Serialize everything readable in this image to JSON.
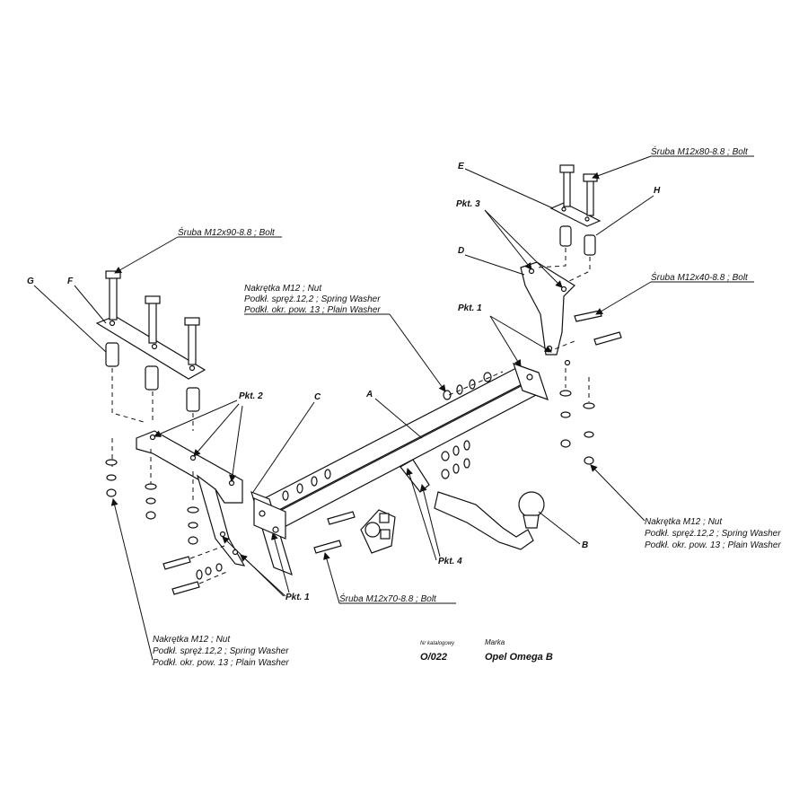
{
  "letters": {
    "A": "A",
    "B": "B",
    "C": "C",
    "D": "D",
    "E": "E",
    "F": "F",
    "G": "G",
    "H": "H"
  },
  "points": {
    "pkt1_right": "Pkt. 1",
    "pkt1_left": "Pkt. 1",
    "pkt2": "Pkt. 2",
    "pkt3": "Pkt. 3",
    "pkt4": "Pkt. 4"
  },
  "callouts": {
    "bolt_m12x80": "Śruba M12x80-8.8 ; Bolt",
    "bolt_m12x90": "Śruba M12x90-8.8 ; Bolt",
    "bolt_m12x40": "Śruba M12x40-8.8 ; Bolt",
    "bolt_m12x70": "Śruba M12x70-8.8 ; Bolt",
    "center_nut": [
      "Nakrętka M12 ; Nut",
      "Podkł. spręż.12,2 ; Spring Washer",
      "Podkł. okr. pow. 13 ; Plain Washer"
    ],
    "right_nut": [
      "Nakrętka M12 ; Nut",
      "Podkł. spręż.12,2 ; Spring Washer",
      "Podkł. okr. pow. 13 ; Plain Washer"
    ],
    "left_nut": [
      "Nakrętka M12 ; Nut",
      "Podkł. spręż.12,2 ; Spring Washer",
      "Podkł. okr. pow. 13 ; Plain Washer"
    ]
  },
  "catalog": {
    "nr_label": "Nr katalogowy",
    "nr_value": "O/022",
    "brand_label": "Marka",
    "brand_value": "Opel Omega B"
  }
}
